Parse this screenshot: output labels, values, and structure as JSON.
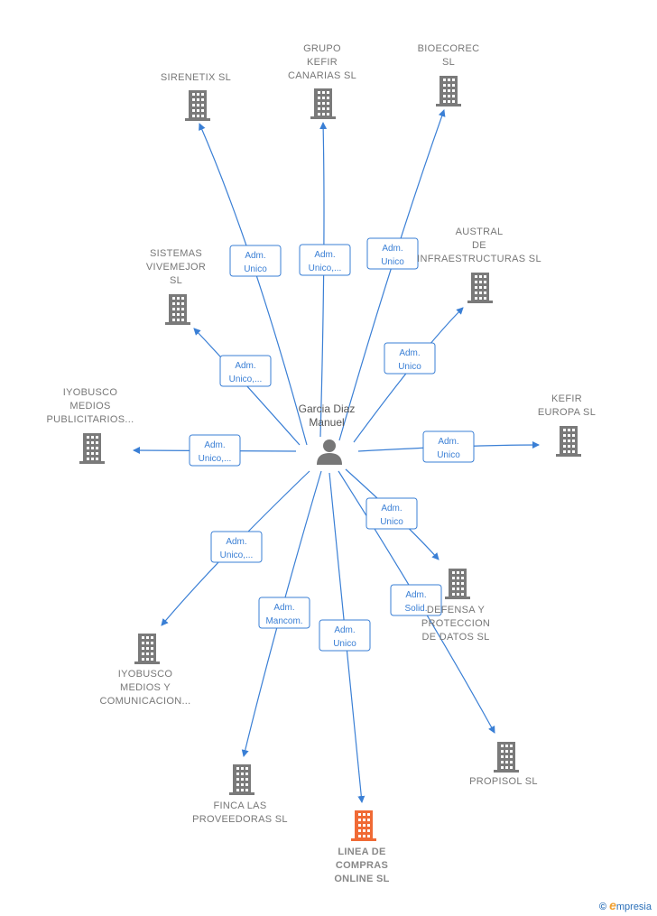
{
  "center": {
    "name": "Garcia Diaz\nManuel"
  },
  "colors": {
    "edge": "#3a7fd5",
    "building": "#7a7a7a",
    "highlight": "#f06a35",
    "person": "#777777"
  },
  "companies": [
    {
      "id": "sirenetix",
      "name": "SIRENETIX  SL",
      "highlight": false
    },
    {
      "id": "grupo-kefir",
      "name": "GRUPO\nKEFIR\nCANARIAS  SL",
      "highlight": false
    },
    {
      "id": "bioecorec",
      "name": "BIOECOREC\nSL",
      "highlight": false
    },
    {
      "id": "sistemas-vivemejor",
      "name": "SISTEMAS\nVIVEMEJOR\nSL",
      "highlight": false
    },
    {
      "id": "austral",
      "name": "AUSTRAL\nDE\nINFRAESTRUCTURAS SL",
      "highlight": false
    },
    {
      "id": "iyobusco-publicitarios",
      "name": "IYOBUSCO\nMEDIOS\nPUBLICITARIOS...",
      "highlight": false
    },
    {
      "id": "kefir-europa",
      "name": "KEFIR\nEUROPA SL",
      "highlight": false
    },
    {
      "id": "defensa",
      "name": "DEFENSA Y\nPROTECCION\nDE DATOS  SL",
      "highlight": false
    },
    {
      "id": "iyobusco-comunicacion",
      "name": "IYOBUSCO\nMEDIOS Y\nCOMUNICACION...",
      "highlight": false
    },
    {
      "id": "propisol",
      "name": "PROPISOL  SL",
      "highlight": false
    },
    {
      "id": "finca",
      "name": "FINCA LAS\nPROVEEDORAS SL",
      "highlight": false
    },
    {
      "id": "linea",
      "name": "LINEA DE\nCOMPRAS\nONLINE  SL",
      "highlight": true
    }
  ],
  "relations": [
    {
      "to": "sirenetix",
      "role": "Adm.\nUnico"
    },
    {
      "to": "grupo-kefir",
      "role": "Adm.\nUnico,..."
    },
    {
      "to": "bioecorec",
      "role": "Adm.\nUnico"
    },
    {
      "to": "sistemas-vivemejor",
      "role": "Adm.\nUnico,..."
    },
    {
      "to": "austral",
      "role": "Adm.\nUnico"
    },
    {
      "to": "iyobusco-publicitarios",
      "role": "Adm.\nUnico,..."
    },
    {
      "to": "kefir-europa",
      "role": "Adm.\nUnico"
    },
    {
      "to": "defensa",
      "role": "Adm.\nUnico"
    },
    {
      "to": "iyobusco-comunicacion",
      "role": "Adm.\nUnico,..."
    },
    {
      "to": "propisol",
      "role": "Adm.\nSolid."
    },
    {
      "to": "finca",
      "role": "Adm.\nMancom."
    },
    {
      "to": "linea",
      "role": "Adm.\nUnico"
    }
  ],
  "footer": {
    "copyright": "©",
    "brand_initial": "e",
    "brand_rest": "mpresia"
  }
}
